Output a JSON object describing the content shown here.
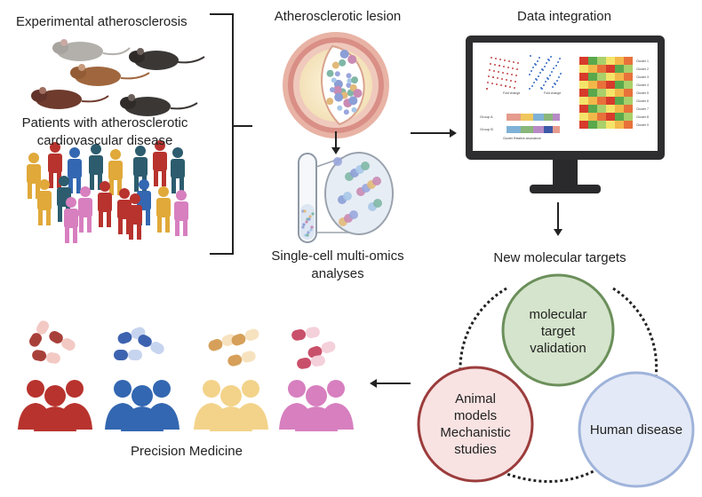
{
  "left_panel": {
    "mice_label": "Experimental atherosclerosis",
    "patients_label_line1": "Patients with atherosclerotic",
    "patients_label_line2": "cardiovascular disease"
  },
  "middle_panel": {
    "lesion_label": "Atherosclerotic lesion",
    "analysis_label_line1": "Single-cell multi-omics",
    "analysis_label_line2": "analyses"
  },
  "right_panel": {
    "integration_label": "Data integration",
    "targets_label": "New molecular targets",
    "monitor_texts": {
      "group_a": "Group A",
      "group_b": "Group B",
      "cluster_axis": "Cluster Relative abundance",
      "fold_change": "Fold change",
      "clusters": [
        "Cluster 1",
        "Cluster 2",
        "Cluster 3",
        "Cluster 4",
        "Cluster 5",
        "Cluster 6",
        "Cluster 7",
        "Cluster 8",
        "Cluster 9"
      ]
    }
  },
  "cycle": {
    "top": {
      "line1": "molecular",
      "line2": "target",
      "line3": "validation"
    },
    "left": {
      "line1": "Animal",
      "line2": "models",
      "line3": "Mechanistic",
      "line4": "studies"
    },
    "right": {
      "line1": "Human disease"
    }
  },
  "bottom_panel": {
    "precision_label": "Precision Medicine"
  },
  "colors": {
    "red_group": "#b8332e",
    "blue_group": "#3367b1",
    "yellow_group": "#f3d38a",
    "pink_group": "#d77fbf",
    "green_circle": "#d5e4cc",
    "pink_circle": "#f8e2e2",
    "blue_circle": "#e3e9f6"
  }
}
